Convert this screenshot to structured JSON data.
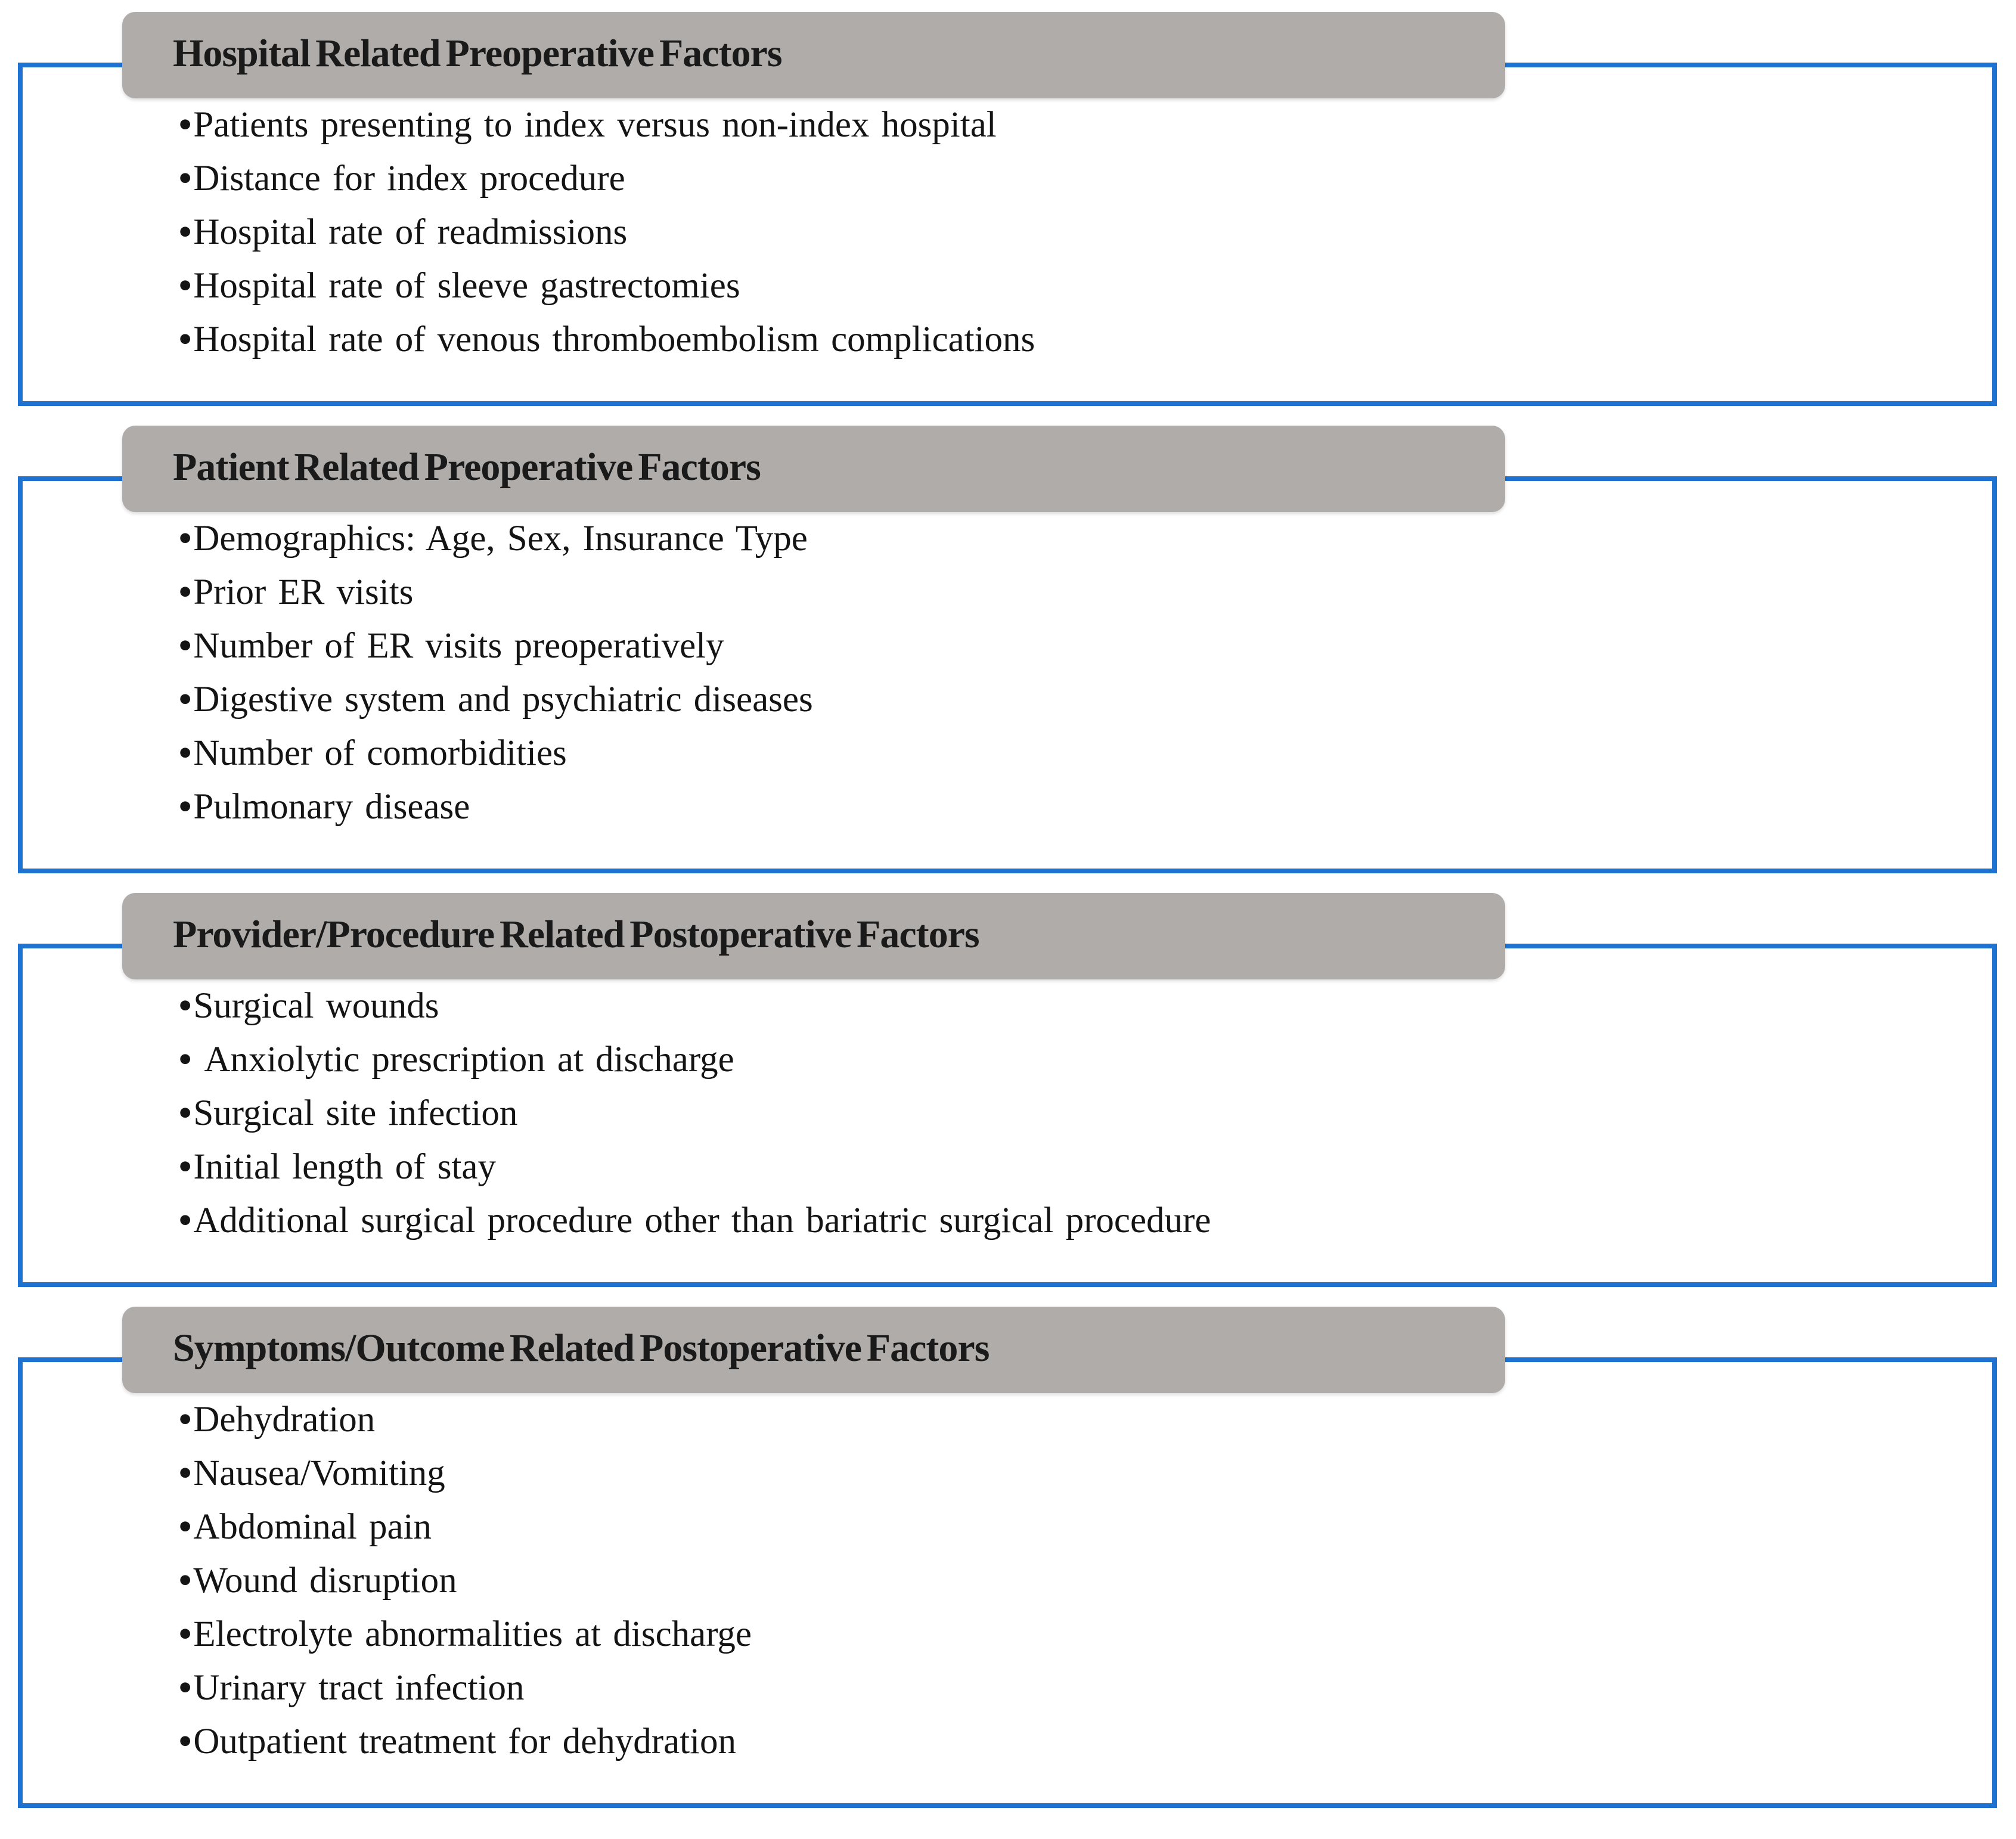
{
  "figure": {
    "accent_blue": "#1e72d2",
    "header_gray": "#b0acaa",
    "bullet_char": "•"
  },
  "sections": [
    {
      "title": "Hospital Related Preoperative Factors",
      "items": [
        "Patients presenting to index versus non-index hospital",
        "Distance for index procedure",
        "Hospital rate of readmissions",
        "Hospital rate of sleeve gastrectomies",
        "Hospital rate of venous thromboembolism complications"
      ]
    },
    {
      "title": "Patient Related Preoperative Factors",
      "items": [
        "Demographics: Age, Sex, Insurance Type",
        "Prior ER visits",
        "Number of ER visits preoperatively",
        "Digestive system and psychiatric diseases",
        "Number of comorbidities",
        "Pulmonary disease"
      ]
    },
    {
      "title": "Provider/Procedure Related Postoperative Factors",
      "items": [
        "Surgical wounds",
        "Anxiolytic prescription at discharge",
        "Surgical site infection",
        "Initial length of stay",
        "Additional surgical procedure other than bariatric surgical procedure"
      ]
    },
    {
      "title": "Symptoms/Outcome Related Postoperative Factors",
      "items": [
        "Dehydration",
        "Nausea/Vomiting",
        "Abdominal pain",
        "Wound disruption",
        "Electrolyte abnormalities at discharge",
        "Urinary tract infection",
        "Outpatient treatment for dehydration"
      ]
    }
  ]
}
